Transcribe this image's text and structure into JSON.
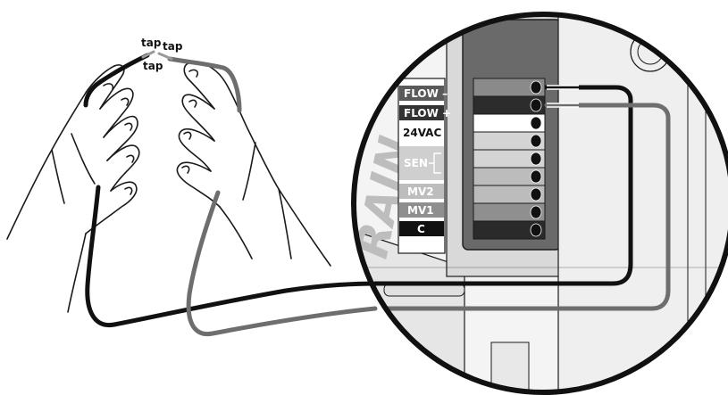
{
  "tap_labels": [
    "tap",
    "tap",
    "tap"
  ],
  "terminal_labels": {
    "flow_minus": "FLOW –",
    "flow_plus": "FLOW +",
    "vac": "24VAC",
    "sen": "SEN",
    "mv2": "MV2",
    "mv1": "MV1",
    "c": "C"
  },
  "brand_fragment": "RAIN",
  "colors": {
    "black_wire": "#111111",
    "gray_wire": "#6e6e6e",
    "panel_dark": "#6a6a6a",
    "outline": "#1a1a1a"
  }
}
